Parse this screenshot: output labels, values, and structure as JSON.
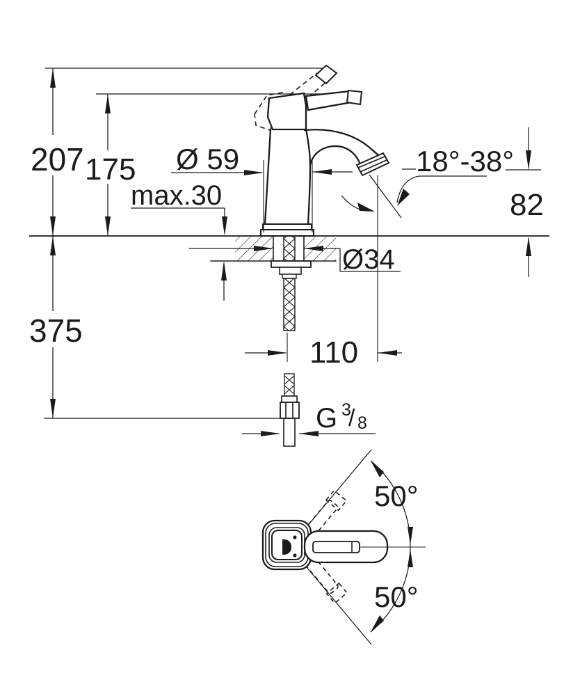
{
  "drawing": {
    "background": "#ffffff",
    "line_color": "#1b1b1b",
    "labels": {
      "overall_height": "207",
      "handle_height": "175",
      "base_diameter": "Ø 59",
      "max_counter_thickness": "max.30",
      "spout_angle_range": "18°-38°",
      "outlet_height": "82",
      "supply_length": "375",
      "hole_diameter": "Ø34",
      "spout_reach": "110",
      "thread_g": "G",
      "thread_sup": "3",
      "thread_slash": "/",
      "thread_sub": "8",
      "swivel_upper": "50°",
      "swivel_lower": "50°"
    }
  }
}
